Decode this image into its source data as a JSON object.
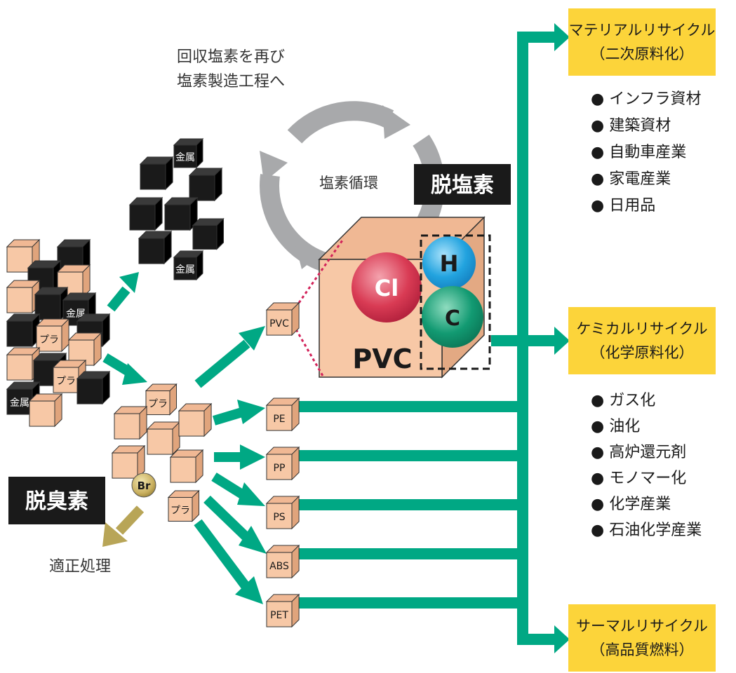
{
  "colors": {
    "arrow_green": "#00a884",
    "cube_orange": "#f7c8a6",
    "cube_edge": "#333333",
    "cube_black": "#1a1a1a",
    "label_yellow": "#fcd43a",
    "cycle_gray": "#a8a9ab",
    "dashed_red": "#d2235a",
    "cl_red": "#d93b54",
    "h_blue": "#22a3df",
    "c_green": "#129a72",
    "br_gold": "#c9b060",
    "br_arrow": "#b8a557"
  },
  "cycle": {
    "return_note_line1": "回収塩素を再び",
    "return_note_line2": "塩素製造工程へ",
    "center_label": "塩素循環"
  },
  "dechlorination_label": "脱塩素",
  "debromination_label": "脱臭素",
  "proper_disposal_label": "適正処理",
  "pvc_block": {
    "big_label": "PVC",
    "cl": "Cl",
    "h": "H",
    "c": "C"
  },
  "cube_labels": {
    "metal": "金属",
    "plastic": "プラ",
    "bromine": "Br"
  },
  "resins": [
    "PVC",
    "PE",
    "PP",
    "PS",
    "ABS",
    "PET"
  ],
  "outputs": {
    "material": {
      "title_line1": "マテリアルリサイクル",
      "title_line2": "（二次原料化）",
      "items": [
        "● インフラ資材",
        "● 建築資材",
        "● 自動車産業",
        "● 家電産業",
        "● 日用品"
      ]
    },
    "chemical": {
      "title_line1": "ケミカルリサイクル",
      "title_line2": "（化学原料化）",
      "items": [
        "● ガス化",
        "● 油化",
        "● 高炉還元剤",
        "● モノマー化",
        "● 化学産業",
        "● 石油化学産業"
      ]
    },
    "thermal": {
      "title_line1": "サーマルリサイクル",
      "title_line2": "（高品質燃料）"
    }
  }
}
